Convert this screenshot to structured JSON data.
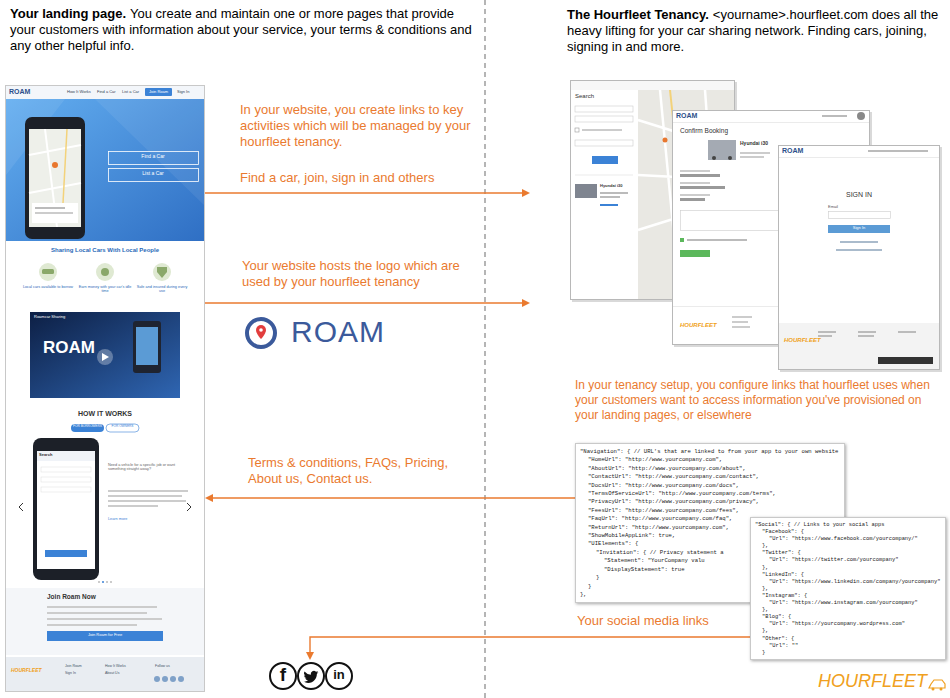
{
  "diagram": {
    "nodes": [
      {
        "text": [
          "ROAM",
          "How It Works",
          "Find a Car",
          "List a Car",
          "Join Roam",
          "Sign In",
          "Find a Car",
          "List a Car",
          "Sharing Local Cars With Local People",
          "Local cars available to borrow",
          "Earn money with your car's idle time",
          "Safe and insured during every use",
          "Roamcar Sharing",
          "ROAM",
          "HOW IT WORKS",
          "FOR BORROWERS",
          "FOR OWNERS",
          "Search",
          "Need a vehicle for a specific job or want something straight away?",
          "Learn more",
          "Join Roam Now",
          "Join Roam for Free",
          "HOURFLEET",
          "Join Roam",
          "Sign In",
          "How It Works",
          "About Us",
          "Follow us"
        ]
      },
      {
        "text": [
          "ROAM"
        ]
      },
      {
        "text": [
          "The Hourfleet Tenancy.",
          "<yourname>.hourfleet.com does all the heavy lifting for your car sharing network. Finding cars, joining, signing in and more."
        ]
      },
      {
        "text": [
          "Search",
          "Hyundai i30"
        ],
        "in": 2
      },
      {
        "text": [
          "ROAM",
          "Confirm Booking",
          "Hyundai i30",
          "HOURFLEET"
        ],
        "in": 2
      },
      {
        "text": [
          "ROAM",
          "SIGN IN",
          "Email",
          "Sign In",
          "HOURFLEET"
        ],
        "in": 2
      },
      {
        "text": [
          "\"Navigation\": { // URL's that are linked to from your app to your own website",
          "\"HomeUrl\": \"http://www.yourcompany.com\",",
          "\"AboutUrl\": \"http://www.yourcompany.com/about\",",
          "\"ContactUrl\": \"http://www.yourcompany.com/contact\",",
          "\"DocsUrl\": \"http://www.yourcompany.com/docs\",",
          "\"TermsOfServiceUrl\": \"http://www.yourcompany.com/terms\",",
          "\"PrivacyUrl\": \"http://www.yourcompany.com/privacy\",",
          "\"FeesUrl\": \"http://www.yourcompany.com/fees\",",
          "\"FaqUrl\": \"http://www.yourcompany.com/faq\",",
          "\"ReturnUrl\": \"http://www.yourcompany.com\",",
          "\"ShowMobileAppLink\": true,",
          "\"UIElements\": {",
          "\"Invitation\": { // Privacy statement a",
          "\"Statement\": \"YourCompany valu",
          "\"DisplayStatement\": true",
          "}",
          "}",
          "},"
        ]
      },
      {
        "text": [
          "\"Social\": { // Links to your social apps",
          "\"Facebook\": {",
          "\"Url\": \"https://www.facebook.com/yourcompany/\"",
          "},",
          "\"Twitter\": {",
          "\"Url\": \"https://twitter.com/yourcompany\"",
          "},",
          "\"LinkedIn\": {",
          "\"Url\": \"https://www.linkedin.com/company/yourcompany\"",
          "},",
          "\"Instagram\": {",
          "\"Url\": \"https://www.instagram.com/yourcompany\"",
          "},",
          "\"Blog\": {",
          "\"Url\": \"https://yourcompany.wordpress.com\"",
          "},",
          "\"Other\": {",
          "\"Url\": \"\"",
          "}"
        ]
      },
      {
        "text": [
          "f",
          "in"
        ]
      }
    ],
    "edges": [
      {
        "from": 0,
        "to": 2,
        "arrow": "to",
        "label": "Find a car, join, sign in and others"
      },
      {
        "from": 0,
        "to": 2,
        "arrow": "to",
        "label": "Your website hosts the logo which are used by your hourfleet tenancy"
      },
      {
        "from": 6,
        "to": 0,
        "arrow": "to",
        "label": "Terms & conditions, FAQs, Pricing, About us, Contact us."
      },
      {
        "from": 7,
        "to": 8,
        "arrow": "to",
        "label": "Your social media links"
      }
    ],
    "labels": [
      "Your landing page.",
      "You create and maintain one or more pages that provide your customers with information about your service, your terms & conditions and any other helpful info.",
      "In your website, you create links to key activities which will be managed by your hourfleet tenancy.",
      "In your tenancy setup, you configure links that hourfleet uses when your customers want to access information you've provisioned on your landing pages, or elsewhere",
      "HOURFLEET"
    ]
  }
}
